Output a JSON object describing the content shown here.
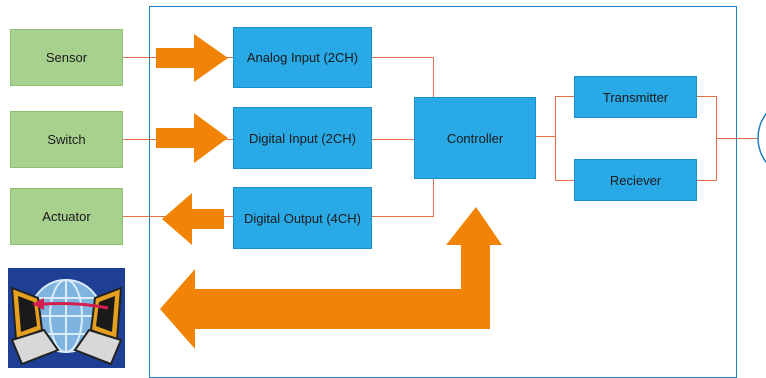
{
  "colors": {
    "node_external": "#a9d18e",
    "node_internal": "#29a9e6",
    "connector": "#e0704a",
    "arrow": "#f18407",
    "frame_border": "#1f7ec2",
    "network_icon_bg": "#1e3f93"
  },
  "external": {
    "sensor": "Sensor",
    "switch": "Switch",
    "actuator": "Actuator"
  },
  "modules": {
    "analog_input": "Analog Input (2CH)",
    "digital_input": "Digital Input (2CH)",
    "digital_output": "Digital Output (4CH)",
    "controller": "Controller",
    "transmitter": "Transmitter",
    "receiver": "Reciever"
  },
  "icons": {
    "network": "network-computers-icon",
    "antenna": "antenna-circle-icon",
    "arrows": [
      "arrow-right-icon",
      "arrow-left-icon",
      "bidirectional-arrow-icon"
    ]
  }
}
